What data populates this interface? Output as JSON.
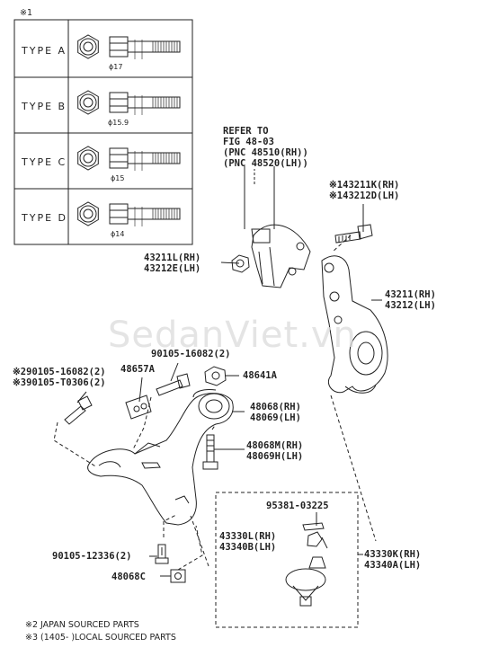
{
  "header_mark": "※1",
  "type_table": [
    {
      "label": "TYPE A",
      "diameter": "ϕ17"
    },
    {
      "label": "TYPE B",
      "diameter": "ϕ15.9"
    },
    {
      "label": "TYPE C",
      "diameter": "ϕ15"
    },
    {
      "label": "TYPE D",
      "diameter": "ϕ14"
    }
  ],
  "refer": {
    "line1": "REFER TO",
    "line2": "FIG 48-03",
    "line3": "(PNC 48510(RH))",
    "line4": "(PNC 48520(LH))"
  },
  "parts": {
    "p43211K": "※143211K(RH)",
    "p43212D": "※143212D(LH)",
    "p43211L": "43211L(RH)",
    "p43212E": "43212E(LH)",
    "p43211": "43211(RH)",
    "p43212": "43212(LH)",
    "p90105_16082_top": "90105-16082(2)",
    "p90105_16082_left": "※290105-16082(2)",
    "p90105_T0306": "※390105-T0306(2)",
    "p48657A": "48657A",
    "p48641A": "48641A",
    "p48068": "48068(RH)",
    "p48069": "48069(LH)",
    "p48068M": "48068M(RH)",
    "p48069H": "48069H(LH)",
    "p95381": "95381-03225",
    "p43330L": "43330L(RH)",
    "p43340B": "43340B(LH)",
    "p43330K": "43330K(RH)",
    "p43340A": "43340A(LH)",
    "p90105_12336": "90105-12336(2)",
    "p48068C": "48068C"
  },
  "footnotes": {
    "note2": "※2 JAPAN SOURCED PARTS",
    "note3": "※3 (1405-   )LOCAL SOURCED PARTS"
  },
  "watermark": "SedanViet.vn"
}
